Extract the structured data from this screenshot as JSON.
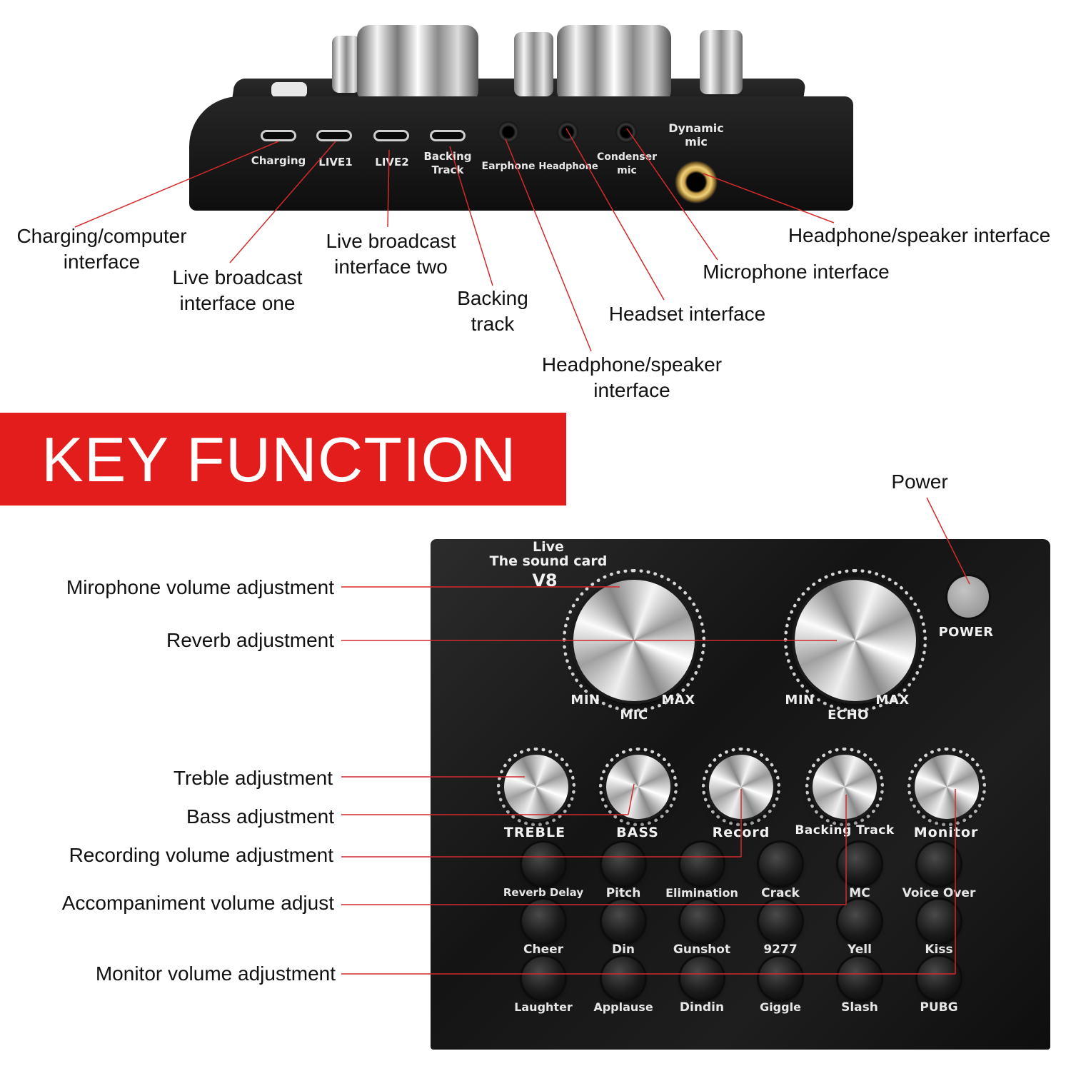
{
  "top_panel": {
    "ports": [
      {
        "label": "Charging"
      },
      {
        "label": "LIVE1"
      },
      {
        "label": "LIVE2"
      },
      {
        "label": "Backing\nTrack"
      },
      {
        "label": "Earphone"
      },
      {
        "label": "Headphone"
      },
      {
        "label": "Condenser\nmic"
      },
      {
        "label": "Dynamic\nmic"
      }
    ]
  },
  "top_callouts": [
    "Charging/computer\ninterface",
    "Live broadcast\ninterface one",
    "Live broadcast\ninterface two",
    "Backing\ntrack",
    "Headphone/speaker\ninterface",
    "Headset interface",
    "Microphone interface",
    "Headphone/speaker interface"
  ],
  "banner": {
    "title": "KEY FUNCTION",
    "color": "#e31c1c"
  },
  "device": {
    "brand_line1": "Live",
    "brand_line2": "The sound card",
    "model": "V8",
    "power_label": "POWER",
    "big_knobs": [
      {
        "name": "MIC",
        "min": "MIN",
        "max": "MAX"
      },
      {
        "name": "ECHO",
        "min": "MIN",
        "max": "MAX"
      }
    ],
    "small_knobs": [
      "TREBLE",
      "BASS",
      "Record",
      "Backing Track",
      "Monitor"
    ],
    "buttons": [
      [
        "Reverb Delay",
        "Pitch",
        "Elimination",
        "Crack",
        "MC",
        "Voice Over"
      ],
      [
        "Cheer",
        "Din",
        "Gunshot",
        "9277",
        "Yell",
        "Kiss"
      ],
      [
        "Laughter",
        "Applause",
        "Dindin",
        "Giggle",
        "Slash",
        "PUBG"
      ]
    ]
  },
  "bottom_callouts": {
    "power": "Power",
    "mic_volume": "Mirophone volume adjustment",
    "reverb": "Reverb adjustment",
    "treble": "Treble adjustment",
    "bass": "Bass adjustment",
    "record": "Recording volume adjustment",
    "accompaniment": "Accompaniment volume adjust",
    "monitor": "Monitor volume adjustment"
  },
  "leader_color": "#d42a2a"
}
